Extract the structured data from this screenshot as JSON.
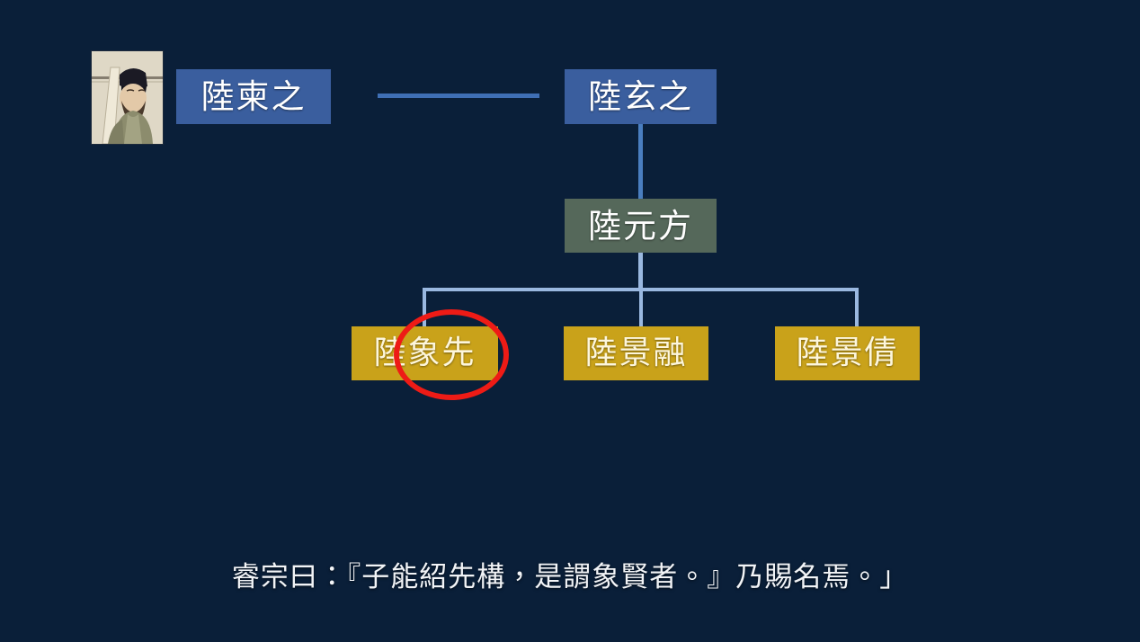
{
  "slide": {
    "background_color": "#0a1f39",
    "caption": "睿宗曰：『子能紹先構，是謂象賢者。』乃賜名焉。」"
  },
  "portrait": {
    "alt_label": "陸柬之畫像",
    "background_color": "#ddd6c4"
  },
  "palette": {
    "blue": "#3a5e9e",
    "green": "#55685a",
    "gold": "#c9a21a",
    "connector": "#9ab8e0",
    "annotation_red": "#ee1b16",
    "text": "#ffffff"
  },
  "tree": {
    "generation_1": [
      {
        "id": "lu-jianzhi",
        "label": "陸柬之",
        "color": "blue"
      },
      {
        "id": "lu-xuanzhi",
        "label": "陸玄之",
        "color": "blue"
      }
    ],
    "generation_2": [
      {
        "id": "lu-yuanfang",
        "label": "陸元方",
        "color": "green"
      }
    ],
    "generation_3": [
      {
        "id": "lu-xiangxian",
        "label": "陸象先",
        "color": "gold",
        "highlighted": true
      },
      {
        "id": "lu-jingrong",
        "label": "陸景融",
        "color": "gold",
        "highlighted": false
      },
      {
        "id": "lu-jingqian",
        "label": "陸景倩",
        "color": "gold",
        "highlighted": false
      }
    ]
  },
  "annotation": {
    "shape": "ellipse",
    "target": "陸象先",
    "color": "#ee1b16"
  }
}
